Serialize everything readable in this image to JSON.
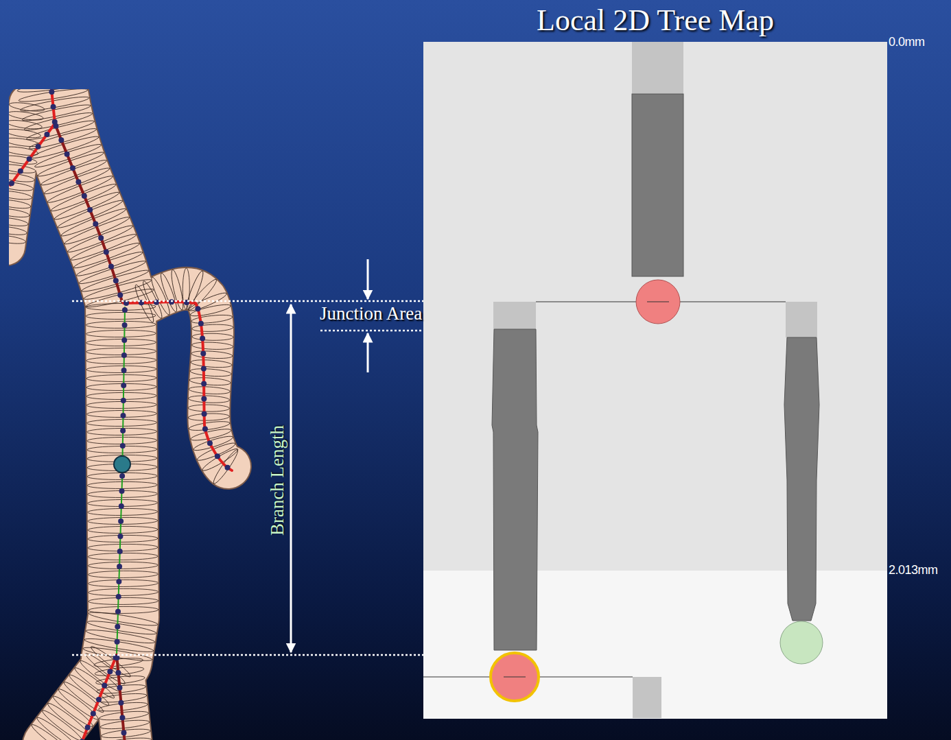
{
  "diagram": {
    "title": "Local 2D Tree Map",
    "labels": [
      "Junction Area",
      "Branch Length",
      "0.0mm",
      "2.013mm"
    ]
  }
}
